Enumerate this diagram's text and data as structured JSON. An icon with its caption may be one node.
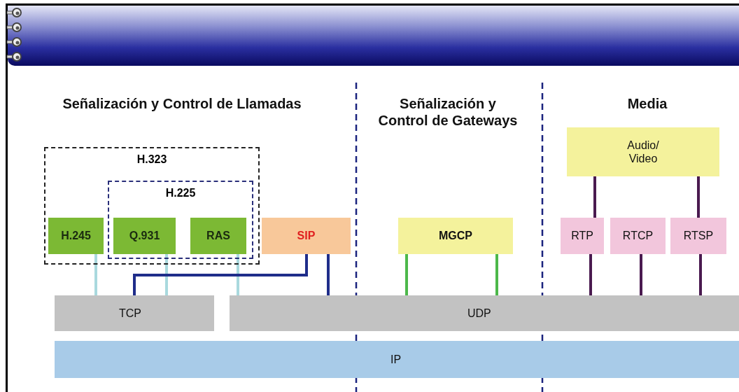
{
  "diagram": {
    "nodes": [
      {
        "text": [
          "H.323"
        ]
      },
      {
        "text": [
          "H.225"
        ],
        "in": 0
      },
      {
        "text": [
          "H.245"
        ],
        "in": 0
      },
      {
        "text": [
          "Q.931"
        ],
        "in": 1
      },
      {
        "text": [
          "RAS"
        ],
        "in": 1
      },
      {
        "text": [
          "SIP"
        ]
      },
      {
        "text": [
          "MGCP"
        ]
      },
      {
        "text": [
          "Audio/ Video"
        ]
      },
      {
        "text": [
          "RTP"
        ]
      },
      {
        "text": [
          "RTCP"
        ]
      },
      {
        "text": [
          "RTSP"
        ]
      },
      {
        "text": [
          "TCP"
        ]
      },
      {
        "text": [
          "UDP"
        ]
      },
      {
        "text": [
          "IP"
        ]
      }
    ],
    "edges": [
      {
        "from": 2,
        "to": 11,
        "arrow": "none",
        "color": "#a9d9de"
      },
      {
        "from": 3,
        "to": 11,
        "arrow": "none",
        "color": "#a9d9de"
      },
      {
        "from": 4,
        "to": 12,
        "arrow": "none",
        "color": "#a9d9de"
      },
      {
        "from": 5,
        "to": 11,
        "arrow": "none",
        "color": "#1f2d8a"
      },
      {
        "from": 5,
        "to": 12,
        "arrow": "none",
        "color": "#1f2d8a"
      },
      {
        "from": 6,
        "to": 12,
        "arrow": "none",
        "color": "#4cb84a"
      },
      {
        "from": 6,
        "to": 12,
        "arrow": "none",
        "color": "#4cb84a"
      },
      {
        "from": 7,
        "to": 8,
        "arrow": "none"
      },
      {
        "from": 7,
        "to": 10,
        "arrow": "none"
      },
      {
        "from": 8,
        "to": 12,
        "arrow": "none"
      },
      {
        "from": 9,
        "to": 12,
        "arrow": "none"
      },
      {
        "from": 10,
        "to": 12,
        "arrow": "none"
      }
    ],
    "labels": [
      "Señalización y Control de Llamadas",
      "Señalización y Control de Gateways",
      "Media"
    ]
  }
}
